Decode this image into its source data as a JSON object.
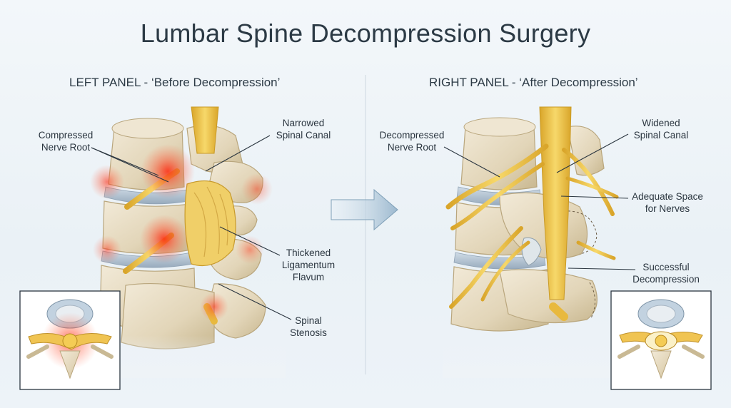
{
  "title": "Lumbar Spine Decompression Surgery",
  "left_panel": {
    "title": "LEFT PANEL - ‘Before Decompression’",
    "labels": {
      "compressed_nerve_root": "Compressed\nNerve Root",
      "narrowed_spinal_canal": "Narrowed\nSpinal Canal",
      "thickened_ligamentum_flavum": "Thickened\nLigamentum\nFlavum",
      "spinal_stenosis": "Spinal\nStenosis"
    }
  },
  "right_panel": {
    "title": "RIGHT PANEL - ‘After Decompression’",
    "labels": {
      "decompressed_nerve_root": "Decompressed\nNerve Root",
      "widened_spinal_canal": "Widened\nSpinal Canal",
      "adequate_space": "Adequate Space\nfor Nerves",
      "successful_decompression": "Successful\nDecompression"
    }
  },
  "colors": {
    "bone": "#e6dcc6",
    "bone_shadow": "#c9b994",
    "nerve": "#f1c84e",
    "inflammation": "#ff3b1f",
    "disc": "#b9c9d8",
    "arrow": "#a9c3d6"
  }
}
